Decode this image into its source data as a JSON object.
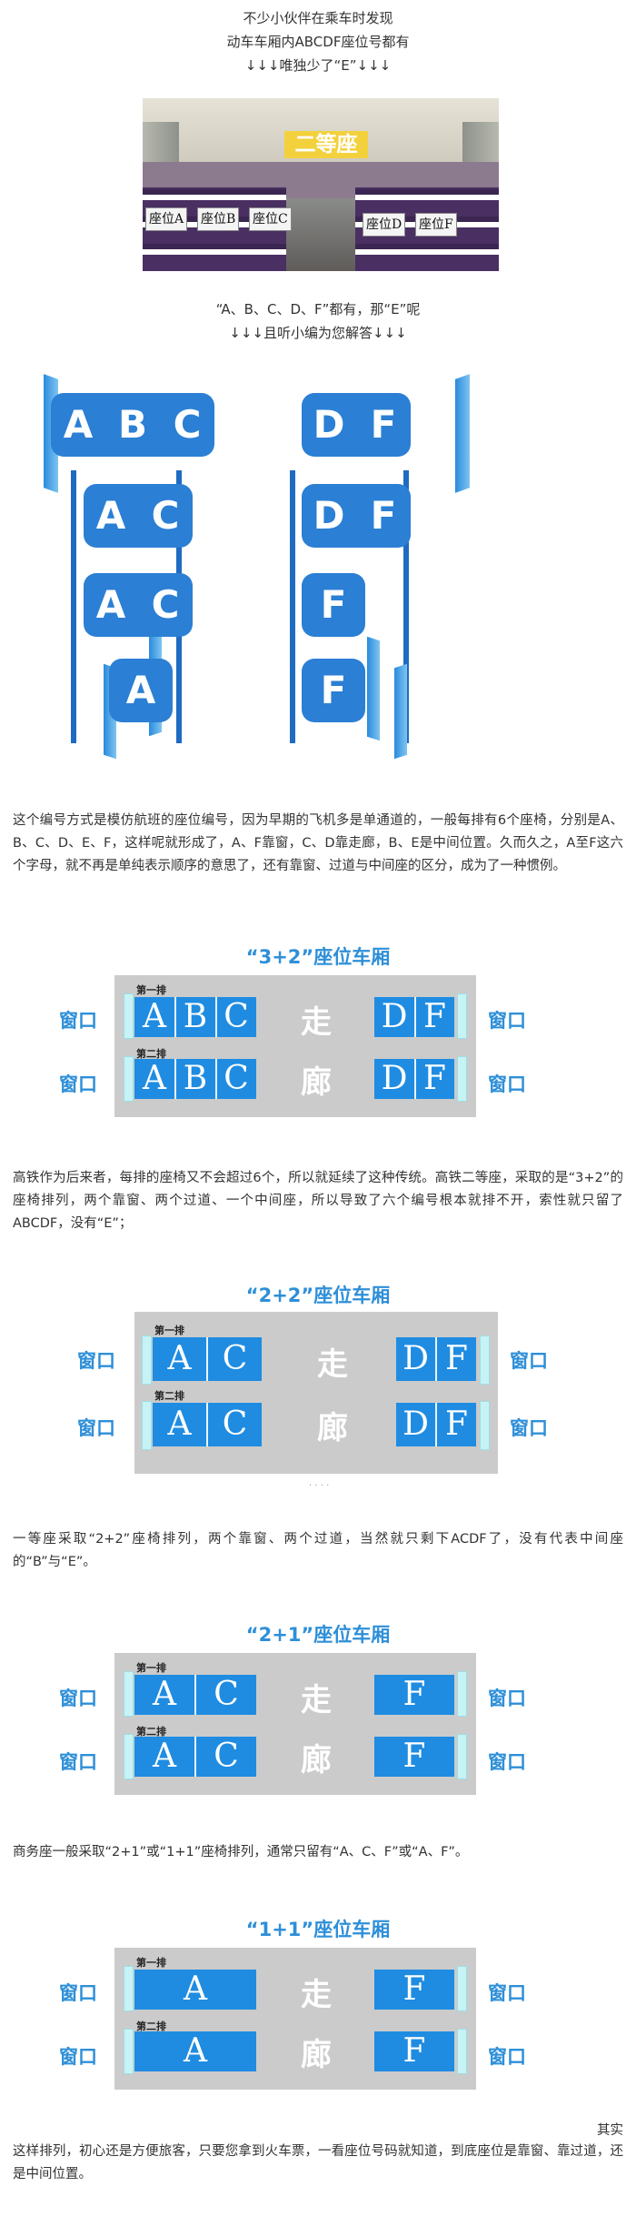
{
  "intro": {
    "line1": "不少小伙伴在乘车时发现",
    "line2": "动车车厢内ABCDF座位号都有",
    "line3": "↓↓↓唯独少了“E”↓↓↓"
  },
  "photo": {
    "class_label": "二等座",
    "seat_labels": [
      "座位A",
      "座位B",
      "座位C",
      "座位D",
      "座位F"
    ]
  },
  "question": {
    "line1": "“A、B、C、D、F”都有，那“E”呢",
    "line2": "↓↓↓且听小编为您解答↓↓↓"
  },
  "seat_map": {
    "rows": [
      {
        "left": [
          "A",
          "B",
          "C"
        ],
        "right": [
          "D",
          "F"
        ]
      },
      {
        "left": [
          "A",
          "C"
        ],
        "right": [
          "D",
          "F"
        ]
      },
      {
        "left": [
          "A",
          "C"
        ],
        "right": [
          "F"
        ]
      },
      {
        "left": [
          "A"
        ],
        "right": [
          "F"
        ]
      }
    ]
  },
  "paragraphs": {
    "p1": "这个编号方式是模仿航班的座位编号，因为早期的飞机多是单通道的，一般每排有6个座椅，分别是A、B、C、D、E、F，这样呢就形成了，A、F靠窗，C、D靠走廊，B、E是中间位置。久而久之，A至F这六个字母，就不再是单纯表示顺序的意思了，还有靠窗、过道与中间座的区分，成为了一种惯例。",
    "p2": "高铁作为后来者，每排的座椅又不会超过6个，所以就延续了这种传统。高铁二等座，采取的是“3+2”的座椅排列，两个靠窗、两个过道、一个中间座，所以导致了六个编号根本就排不开，索性就只留了ABCDF，没有“E”；",
    "p3": "一等座采取“2+2”座椅排列，两个靠窗、两个过道，当然就只剩下ACDF了，没有代表中间座的“B”与“E”。",
    "p4": "商务座一般采取“2+1”或“1+1”座椅排列，通常只留有“A、C、F”或“A、F”。",
    "p5_right": "其实",
    "p5": "这样排列，初心还是方便旅客，只要您拿到火车票，一看座位号码就知道，到底座位是靠窗、靠过道，还是中间位置。"
  },
  "cars": {
    "window_label": "窗口",
    "row1_label": "第一排",
    "row2_label": "第二排",
    "aisle_top": "走",
    "aisle_bottom": "廊",
    "car1": {
      "title": "“3+2”座位车厢",
      "left": [
        "A",
        "B",
        "C"
      ],
      "right": [
        "D",
        "F"
      ]
    },
    "car2": {
      "title": "“2+2”座位车厢",
      "left": [
        "A",
        "C"
      ],
      "right": [
        "D",
        "F"
      ]
    },
    "car3": {
      "title": "“2+1”座位车厢",
      "left": [
        "A",
        "C"
      ],
      "right": [
        "F"
      ]
    },
    "car4": {
      "title": "“1+1”座位车厢",
      "left": [
        "A"
      ],
      "right": [
        "F"
      ]
    },
    "dots": "· · · ·"
  }
}
